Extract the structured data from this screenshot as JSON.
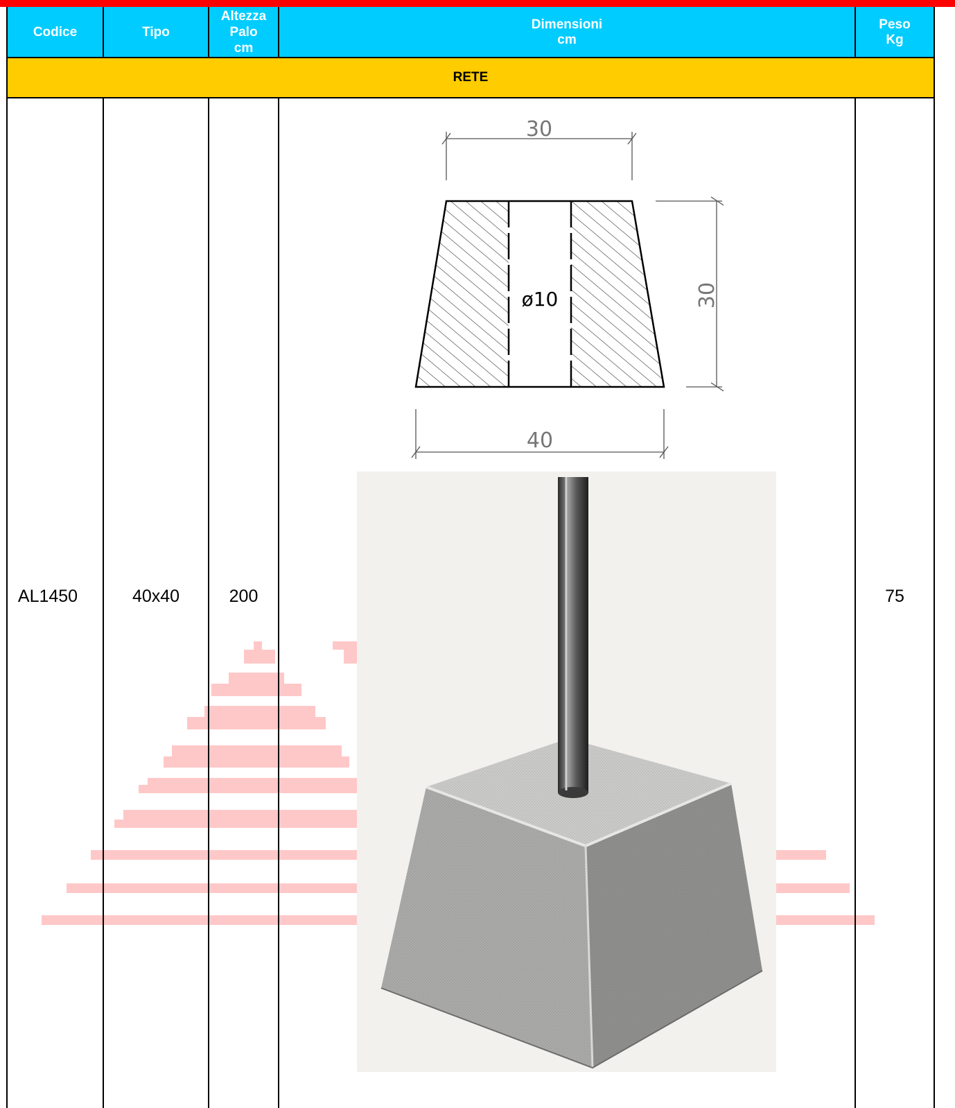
{
  "header": {
    "codice": "Codice",
    "tipo": "Tipo",
    "altezza": [
      "Altezza",
      "Palo",
      "cm"
    ],
    "dimensioni": [
      "Dimensioni",
      "cm"
    ],
    "peso": [
      "Peso",
      "Kg"
    ],
    "bg_color": "#00ccff"
  },
  "section": {
    "label": "RETE",
    "bg_color": "#ffcc00"
  },
  "row": {
    "codice": "AL1450",
    "tipo": "40x40",
    "altezza": "200",
    "peso": "75"
  },
  "drawing": {
    "top_width": "30",
    "height": "30",
    "bottom_width": "40",
    "hole": "ø10"
  },
  "colors": {
    "top_bar": "#ff0000",
    "watermark": "#ffc8c8"
  }
}
